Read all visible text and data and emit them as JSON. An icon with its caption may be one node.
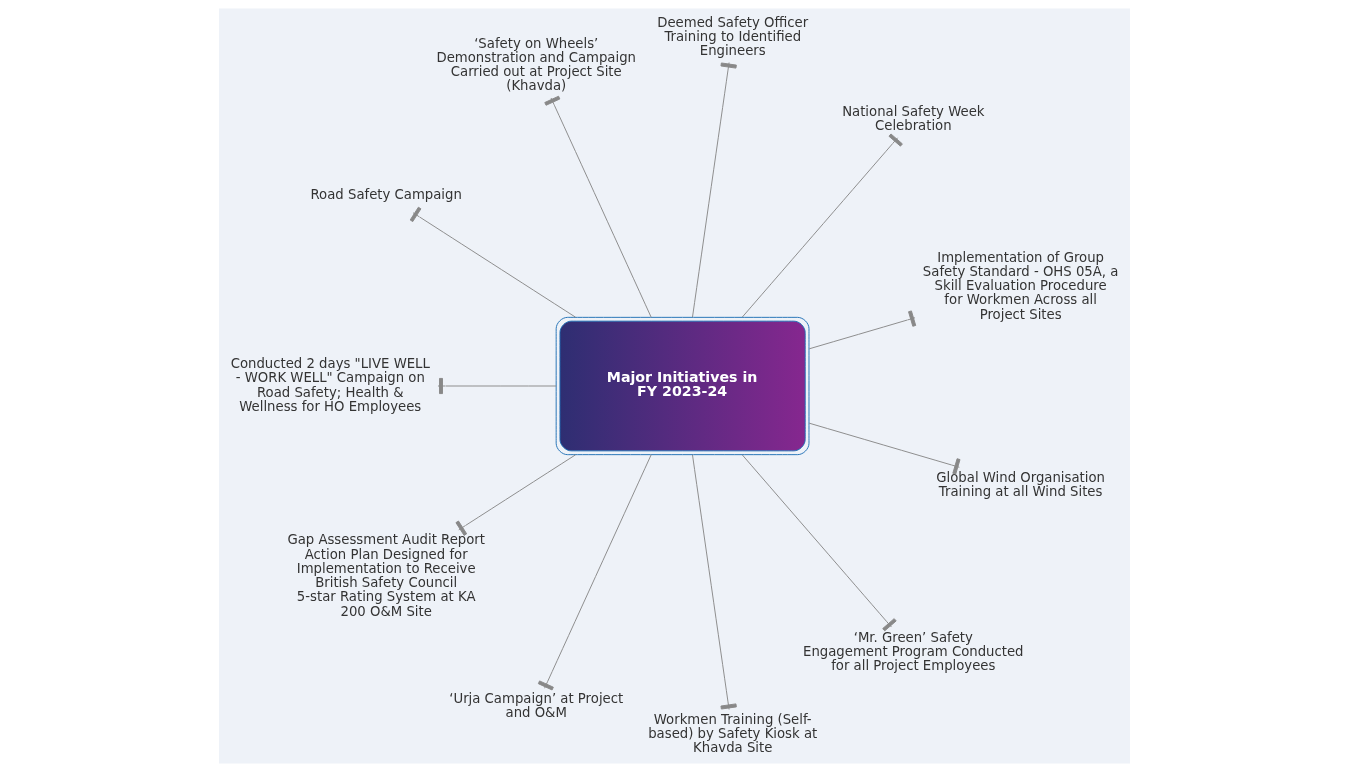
{
  "diagram": {
    "nodes": [
      {
        "text": [
          "Major Initiatives in FY 2023-24"
        ]
      },
      {
        "text": [
          "Implementation of Group Safety Standard - OHS 05A, a Skill Evaluation Procedure for Workmen Across all Project Sites"
        ]
      },
      {
        "text": [
          "National Safety Week Celebration"
        ]
      },
      {
        "text": [
          "Deemed Safety Officer Training to Identified Engineers"
        ]
      },
      {
        "text": [
          "‘Safety on Wheels’ Demonstration and Campaign Carried out at Project Site (Khavda)"
        ]
      },
      {
        "text": [
          "Road Safety Campaign"
        ]
      },
      {
        "text": [
          "Conducted 2 days \"LIVE WELL - WORK WELL\" Campaign on Road Safety; Health & Wellness for HO Employees"
        ]
      },
      {
        "text": [
          "Gap Assessment Audit Report Action Plan Designed for Implementation to Receive British Safety Council 5-star Rating System at KA 200 O&M Site"
        ]
      },
      {
        "text": [
          "‘Urja Campaign’ at Project and O&M"
        ]
      },
      {
        "text": [
          "Workmen Training (Self-based) by Safety Kiosk at Khavda Site"
        ]
      },
      {
        "text": [
          "‘Mr. Green’ Safety Engagement Program Conducted for all Project Employees"
        ]
      },
      {
        "text": [
          "Global Wind Organisation Training at all Wind Sites"
        ]
      }
    ],
    "edges": [
      {
        "from": 0,
        "to": 1,
        "arrow": "other"
      },
      {
        "from": 0,
        "to": 2,
        "arrow": "other"
      },
      {
        "from": 0,
        "to": 3,
        "arrow": "other"
      },
      {
        "from": 0,
        "to": 4,
        "arrow": "other"
      },
      {
        "from": 0,
        "to": 5,
        "arrow": "other"
      },
      {
        "from": 0,
        "to": 6,
        "arrow": "other"
      },
      {
        "from": 0,
        "to": 7,
        "arrow": "other"
      },
      {
        "from": 0,
        "to": 8,
        "arrow": "other"
      },
      {
        "from": 0,
        "to": 9,
        "arrow": "other"
      },
      {
        "from": 0,
        "to": 10,
        "arrow": "other"
      },
      {
        "from": 0,
        "to": 11,
        "arrow": "other"
      }
    ]
  }
}
